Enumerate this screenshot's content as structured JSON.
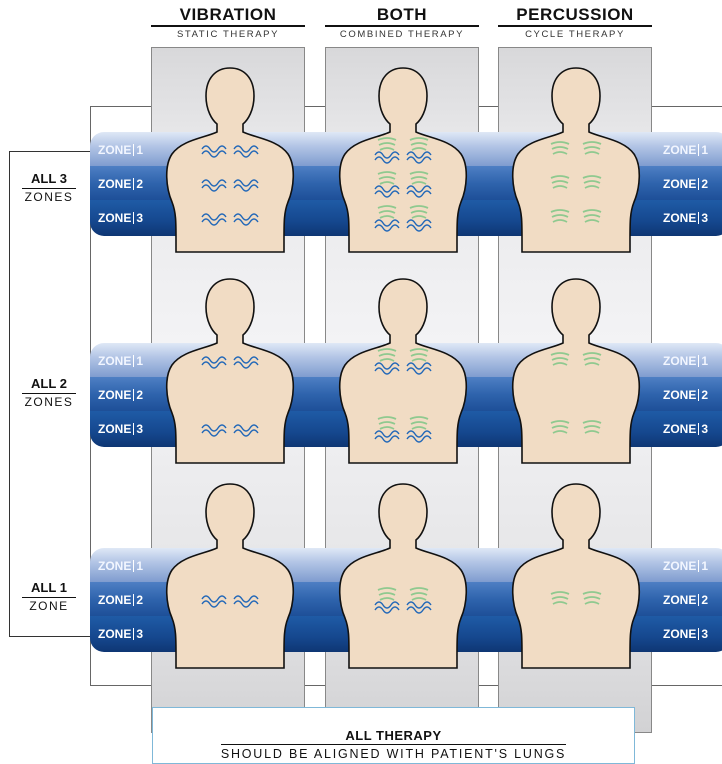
{
  "columns": [
    {
      "title": "VIBRATION",
      "subtitle": "STATIC THERAPY"
    },
    {
      "title": "BOTH",
      "subtitle": "COMBINED THERAPY"
    },
    {
      "title": "PERCUSSION",
      "subtitle": "CYCLE THERAPY"
    }
  ],
  "rows": [
    {
      "count_label": "ALL 3",
      "unit_label": "ZONES",
      "active_zones": [
        1,
        2,
        3
      ]
    },
    {
      "count_label": "ALL 2",
      "unit_label": "ZONES",
      "active_zones": [
        1,
        3
      ]
    },
    {
      "count_label": "ALL 1",
      "unit_label": "ZONE",
      "active_zones": [
        2
      ]
    }
  ],
  "zone_word": "ZONE",
  "zones": [
    "1",
    "2",
    "3"
  ],
  "footer": {
    "title": "ALL THERAPY",
    "subtitle": "SHOULD BE ALIGNED WITH PATIENT'S LUNGS"
  },
  "colors": {
    "skin": "#f1dcc4",
    "skin_outline": "#111111",
    "wave": "#2167b8",
    "percussion": "#8fc98f",
    "zone_light": "#b4c6e6",
    "zone_mid": "#2f64ad",
    "zone_dark": "#15478e"
  },
  "icons": {
    "vibration": "wave-icon",
    "percussion": "percussion-icon"
  }
}
